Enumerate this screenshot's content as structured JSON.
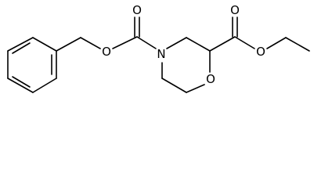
{
  "diagram": {
    "type": "chemical-structure",
    "atoms": {
      "ring_nitrogen": "N",
      "ring_oxygen": "O",
      "carbamate_carbonyl_oxygen": "O",
      "carbamate_ester_oxygen": "O",
      "ester_carbonyl_oxygen": "O",
      "ester_alkoxy_oxygen": "O"
    },
    "colors": {
      "bond": "#000000",
      "label": "#000000",
      "background": "#ffffff"
    }
  }
}
